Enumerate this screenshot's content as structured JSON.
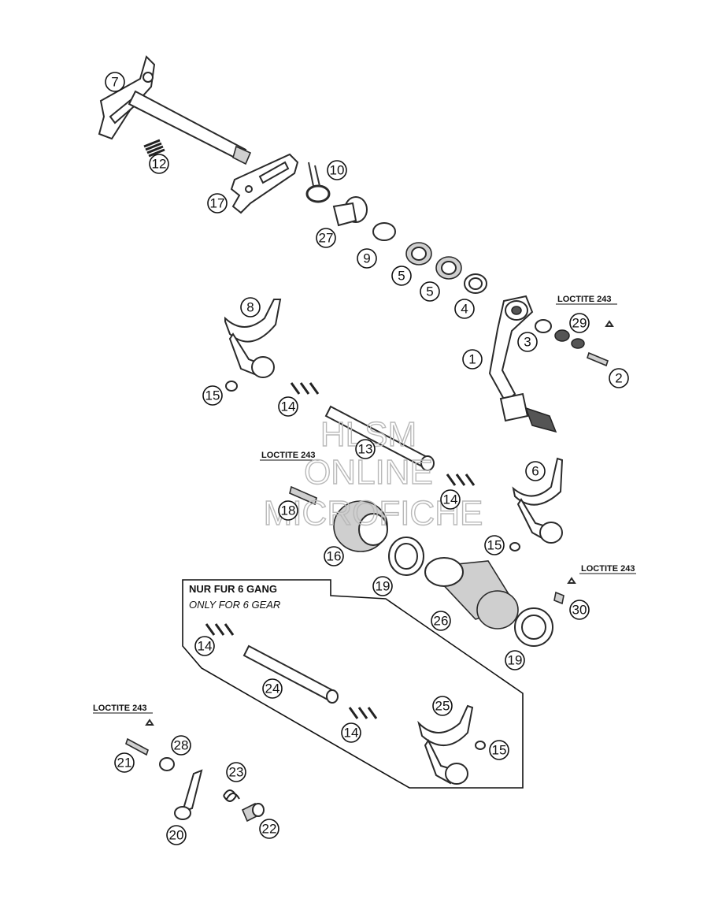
{
  "callouts": [
    "7",
    "12",
    "17",
    "10",
    "27",
    "9",
    "5",
    "5",
    "4",
    "8",
    "3",
    "29",
    "1",
    "2",
    "15",
    "14",
    "13",
    "18",
    "14",
    "6",
    "16",
    "15",
    "19",
    "26",
    "30",
    "19",
    "14",
    "24",
    "25",
    "14",
    "15",
    "21",
    "28",
    "23",
    "20",
    "22"
  ],
  "loctite_labels": [
    "LOCTITE 243",
    "LOCTITE 243",
    "LOCTITE 243",
    "LOCTITE 243"
  ],
  "note": {
    "title": "NUR FUR 6 GANG",
    "subtitle": "ONLY FOR 6 GEAR"
  },
  "watermark": {
    "line1": "HLSM",
    "line2": "ONLINE",
    "line3": "MICROFICHE"
  }
}
